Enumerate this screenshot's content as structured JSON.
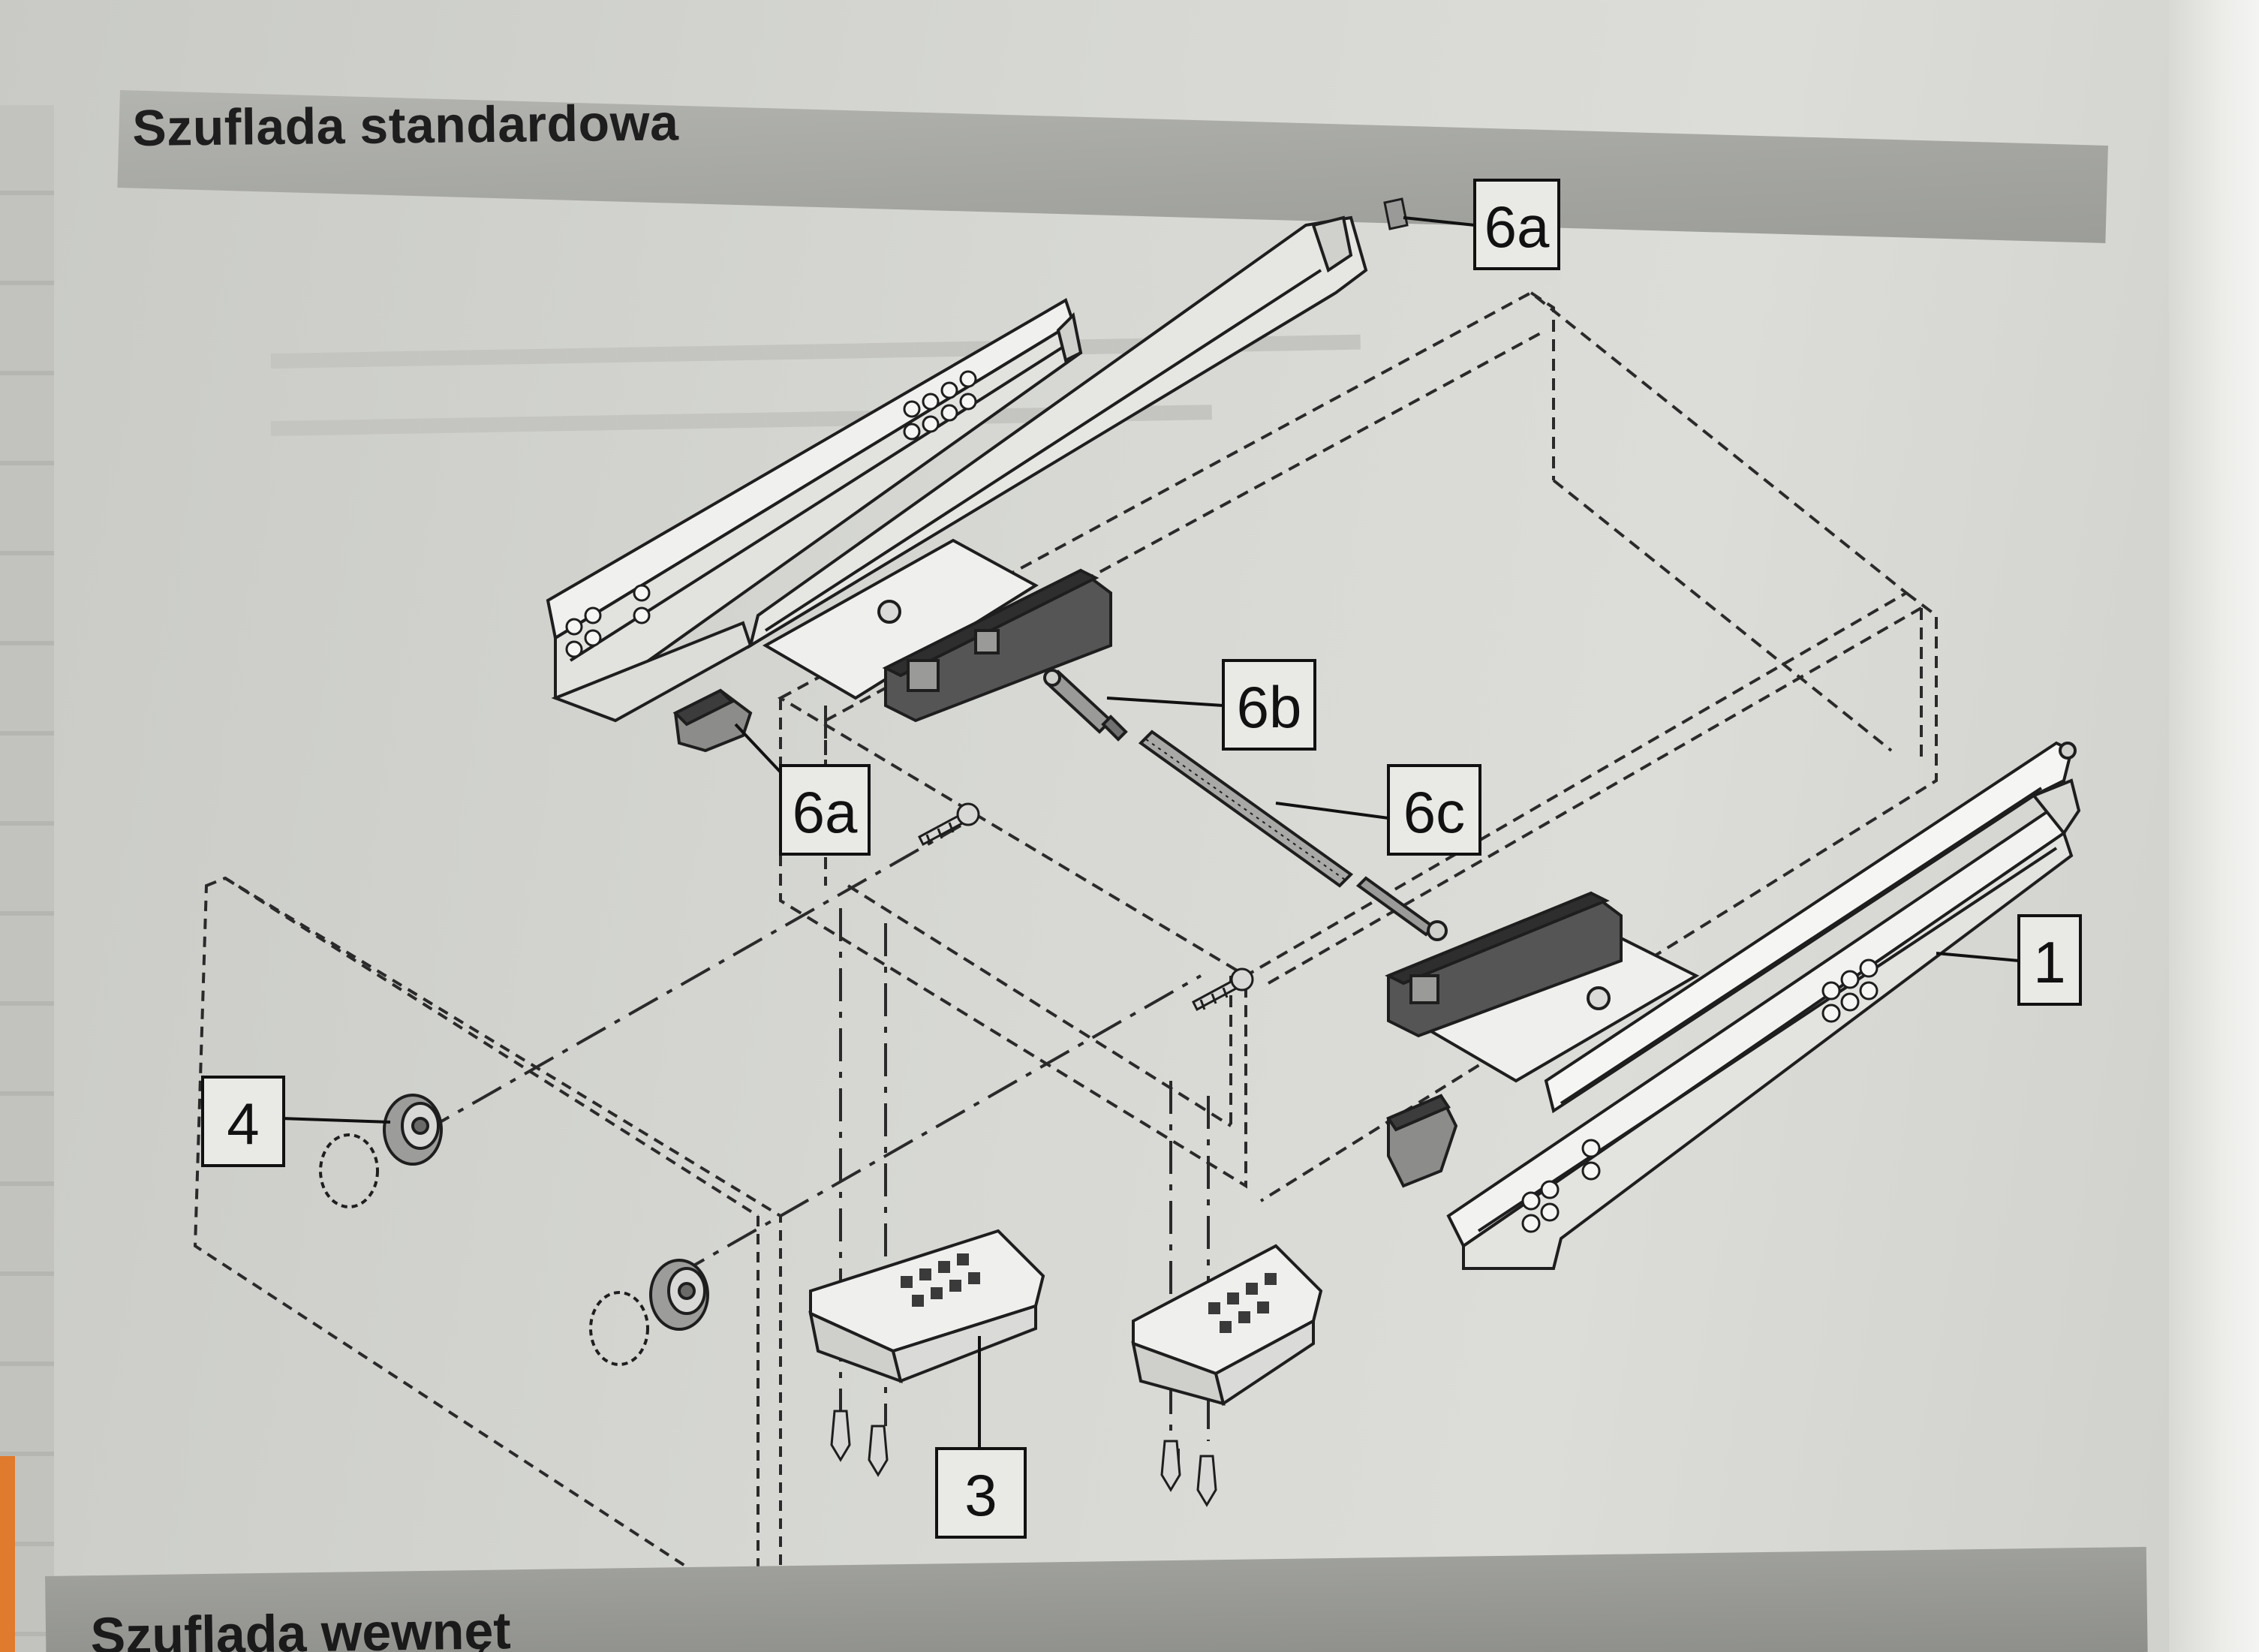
{
  "page": {
    "title": "Szuflada standardowa",
    "next_heading": "Szuflada wewnęt"
  },
  "diagram": {
    "callouts": [
      {
        "id": "6a-top",
        "label": "6a"
      },
      {
        "id": "6b",
        "label": "6b"
      },
      {
        "id": "6a-left",
        "label": "6a"
      },
      {
        "id": "6c",
        "label": "6c"
      },
      {
        "id": "1",
        "label": "1"
      },
      {
        "id": "4",
        "label": "4"
      },
      {
        "id": "3",
        "label": "3"
      }
    ]
  }
}
